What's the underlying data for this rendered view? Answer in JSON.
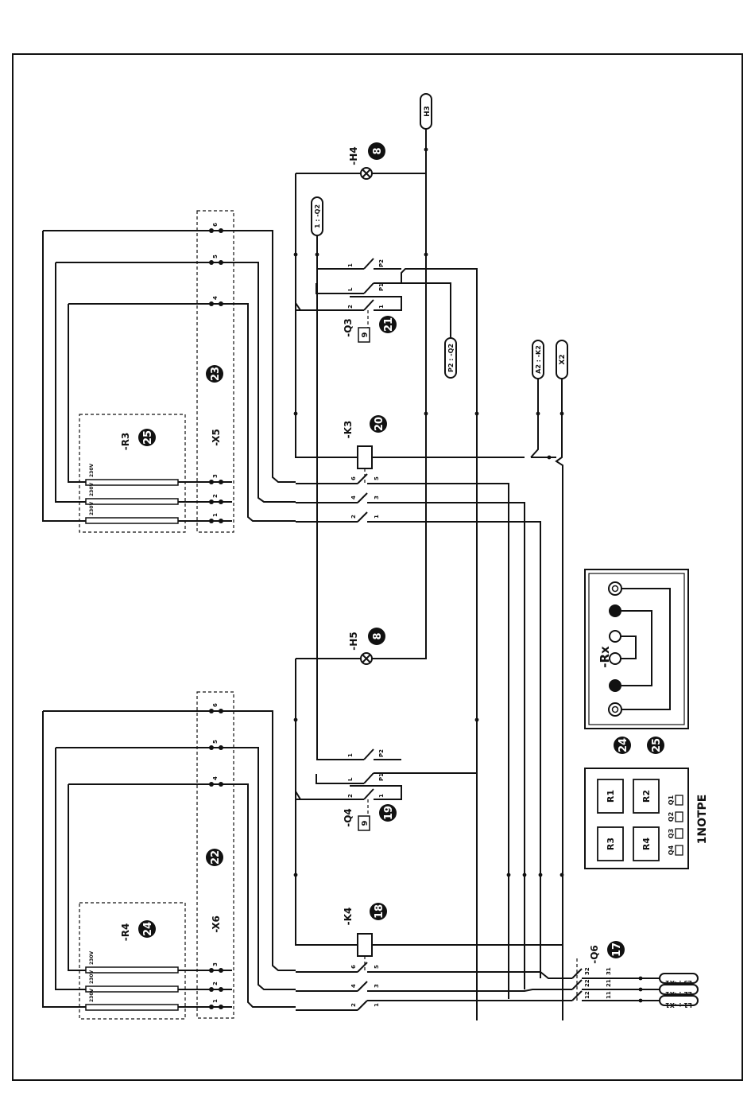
{
  "connectors": {
    "h3": "H3",
    "q2_1": "1 : -Q2",
    "q2_p2": "P2 : -Q2",
    "k2_a2": "A2 : -K2",
    "x2": "X2",
    "l3": "L3 : -X1",
    "l2": "L2 : -X1",
    "l1": "L1 : -X1"
  },
  "labels": {
    "h4": "-H4",
    "h5": "-H5",
    "q3": "-Q3",
    "q4": "-Q4",
    "k3": "-K3",
    "k4": "-K4",
    "q6": "-Q6",
    "r3": "-R3",
    "r4": "-R4",
    "x5": "-X5",
    "x6": "-X6",
    "rx": "-Rx",
    "volt": "230V",
    "front": "1NOTPE"
  },
  "badges": {
    "h4": "8",
    "h5": "8",
    "q3": "21",
    "q4": "19",
    "k3": "20",
    "k4": "18",
    "q6": "17",
    "x5": "23",
    "x6": "22",
    "r3": "25",
    "r4": "24",
    "panel_a": "24",
    "panel_b": "25"
  },
  "terminal_numbers": {
    "t1": "1",
    "t2": "2",
    "t3": "3",
    "t4": "4",
    "t5": "5",
    "t6": "6"
  },
  "switch_contacts": {
    "q_top": [
      "1",
      "P2"
    ],
    "q_mid": [
      "L",
      "P1"
    ],
    "q_bot": [
      "2",
      "1"
    ]
  },
  "contactor_poles": {
    "top": [
      "6",
      "5"
    ],
    "mid": [
      "4",
      "3"
    ],
    "bot": [
      "2",
      "1"
    ]
  },
  "breaker_poles": {
    "top": [
      "32",
      "31"
    ],
    "mid": [
      "22",
      "21"
    ],
    "bot": [
      "12",
      "11"
    ]
  },
  "panel": {
    "r1": "R1",
    "r2": "R2",
    "r3": "R3",
    "r4": "R4",
    "q1": "Q1",
    "q2": "Q2",
    "q3": "Q3",
    "q4": "Q4"
  }
}
